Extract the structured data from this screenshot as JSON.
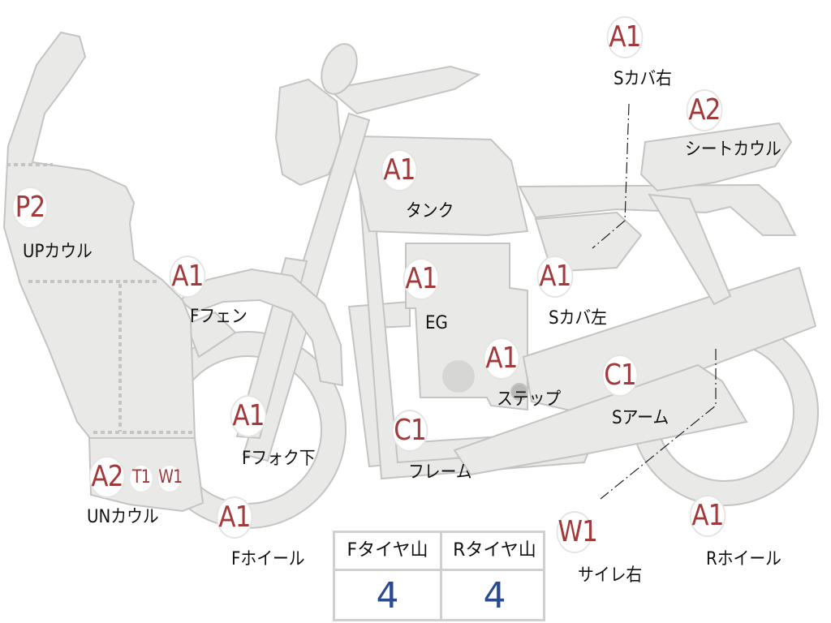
{
  "colors": {
    "part_fill": "#e9e9e7",
    "part_stroke": "#c4c4c2",
    "grade_text": "#a2393b",
    "value_text": "#2b4a8f",
    "label_text": "#111111"
  },
  "parts": {
    "s_cover_right": {
      "grade": "A1",
      "label": "Sカバ右"
    },
    "seat_cowl": {
      "grade": "A2",
      "label": "シートカウル"
    },
    "tank": {
      "grade": "A1",
      "label": "タンク"
    },
    "upper_cowl": {
      "grade": "P2",
      "label": "UPカウル"
    },
    "front_fender": {
      "grade": "A1",
      "label": "Fフェン"
    },
    "engine": {
      "grade": "A1",
      "label": "EG"
    },
    "s_cover_left": {
      "grade": "A1",
      "label": "Sカバ左"
    },
    "step": {
      "grade": "A1",
      "label": "ステップ"
    },
    "swing_arm": {
      "grade": "C1",
      "label": "Sアーム"
    },
    "front_fork_lower": {
      "grade": "A1",
      "label": "Fフォク下"
    },
    "frame": {
      "grade": "C1",
      "label": "フレーム"
    },
    "under_cowl": {
      "grade": "A2",
      "label": "UNカウル",
      "extra_grades": [
        "T1",
        "W1"
      ]
    },
    "front_wheel": {
      "grade": "A1",
      "label": "Fホイール"
    },
    "muffler_right": {
      "grade": "W1",
      "label": "サイレ右"
    },
    "rear_wheel": {
      "grade": "A1",
      "label": "Rホイール"
    }
  },
  "tire_table": {
    "front_header": "Fタイヤ山",
    "rear_header": "Rタイヤ山",
    "front_value": "4",
    "rear_value": "4"
  }
}
